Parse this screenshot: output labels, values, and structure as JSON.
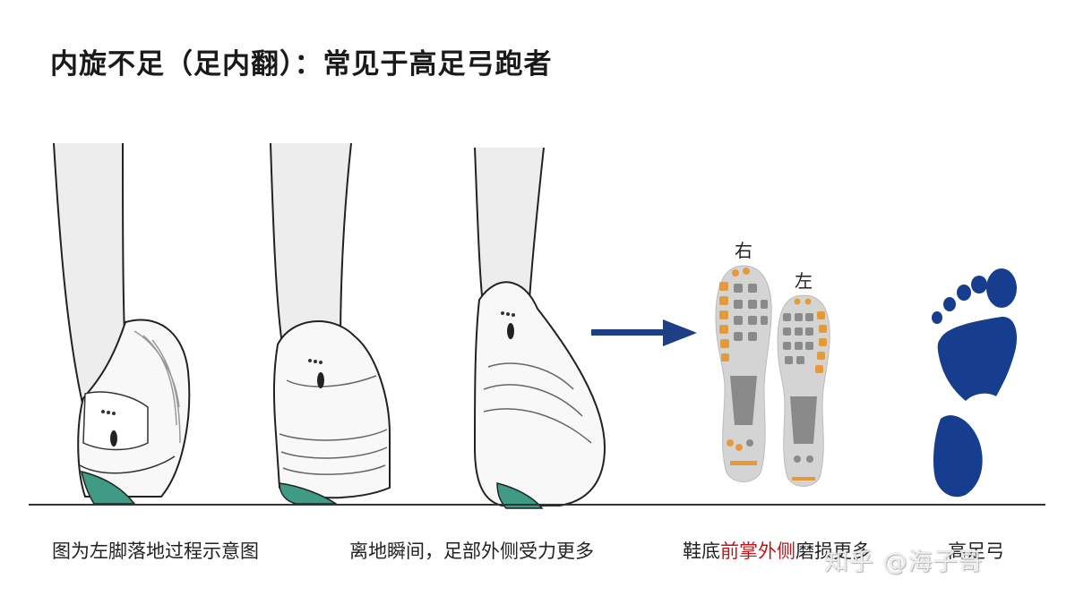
{
  "title": "内旋不足（足内翻）：常见于高足弓跑者",
  "labels": {
    "right": "右",
    "left": "左"
  },
  "captions": {
    "c1": "图为左脚落地过程示意图",
    "c2": "离地瞬间，足部外侧受力更多",
    "c3_pre": "鞋底",
    "c3_hl": "前掌外侧",
    "c3_post": "磨损更多",
    "c4": "高足弓"
  },
  "watermark": "知乎 @海子哥",
  "colors": {
    "heel_accent": "#3f9a86",
    "arrow": "#1f3f85",
    "wear_orange": "#e59a3a",
    "sole_grey": "#8a8a8a",
    "footprint": "#173d8f",
    "highlight_text": "#c0141b"
  }
}
